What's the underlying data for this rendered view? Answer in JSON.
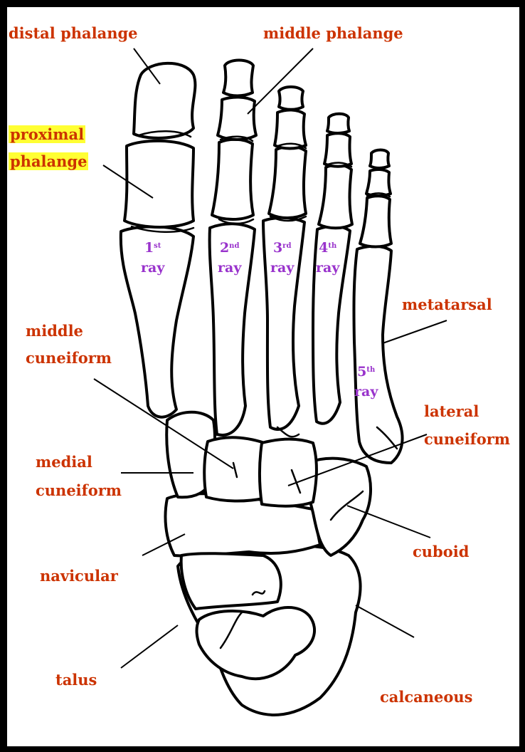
{
  "labels": {
    "distal_phalange": "distal phalange",
    "middle_phalange": "middle phalange",
    "proximal_phalange_1": "proximal",
    "proximal_phalange_2": "phalange",
    "metatarsal": "metatarsal",
    "middle_cuneiform_1": "middle",
    "middle_cuneiform_2": "cuneiform",
    "medial_cuneiform_1": "medial",
    "medial_cuneiform_2": "cuneiform",
    "lateral_cuneiform_1": "lateral",
    "lateral_cuneiform_2": "cuneiform",
    "cuboid": "cuboid",
    "navicular": "navicular",
    "talus": "talus",
    "calcaneous": "calcaneous"
  },
  "rays": [
    {
      "num": "1",
      "sup": "st",
      "word": "ray"
    },
    {
      "num": "2",
      "sup": "nd",
      "word": "ray"
    },
    {
      "num": "3",
      "sup": "rd",
      "word": "ray"
    },
    {
      "num": "4",
      "sup": "th",
      "word": "ray"
    },
    {
      "num": "5",
      "sup": "th",
      "word": "ray"
    }
  ],
  "colors": {
    "label": "#cc3300",
    "ray": "#9933cc",
    "highlight": "#ffff33",
    "frame": "#000000",
    "background": "#ffffff"
  }
}
